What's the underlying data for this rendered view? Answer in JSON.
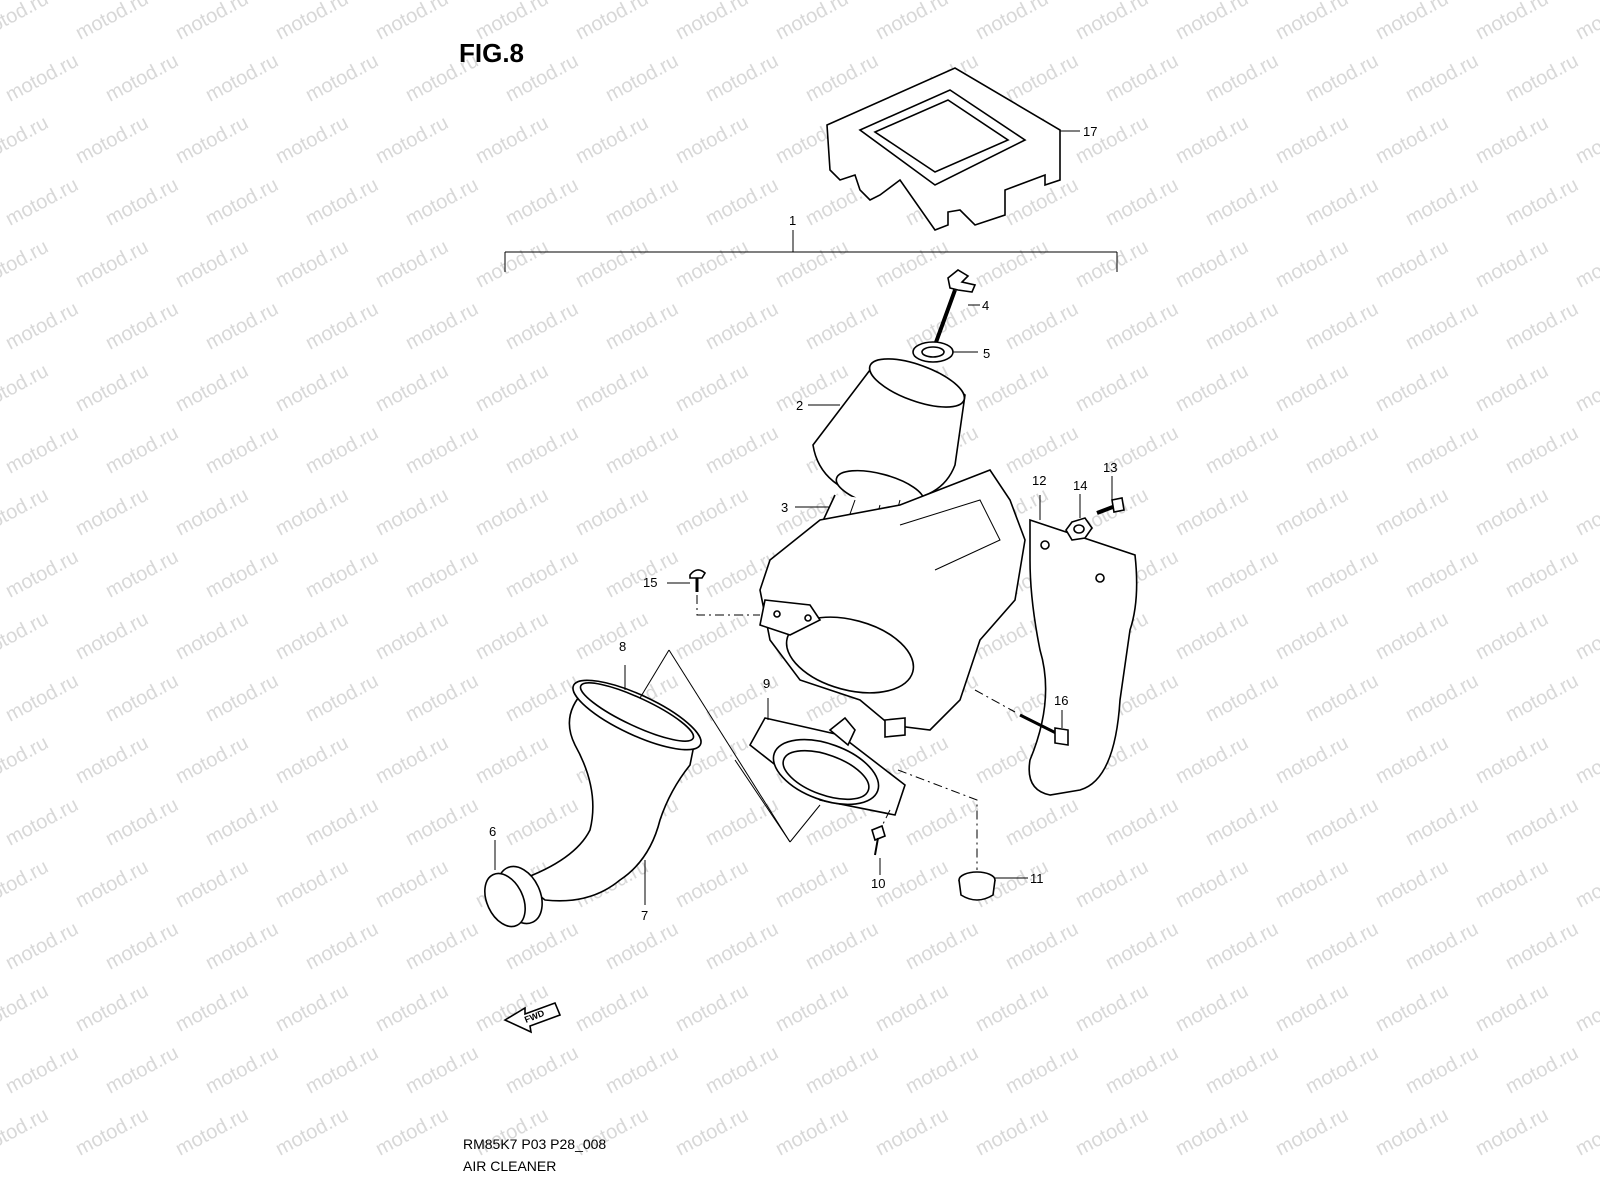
{
  "figure": {
    "title": "FIG.8",
    "code": "RM85K7 P03 P28_008",
    "subtitle": "AIR CLEANER"
  },
  "watermark": "motod.ru",
  "fwd_arrow": "FWD",
  "callouts": [
    {
      "id": "callout-1",
      "label": "1"
    },
    {
      "id": "callout-2",
      "label": "2"
    },
    {
      "id": "callout-3",
      "label": "3"
    },
    {
      "id": "callout-4",
      "label": "4"
    },
    {
      "id": "callout-5",
      "label": "5"
    },
    {
      "id": "callout-6",
      "label": "6"
    },
    {
      "id": "callout-7",
      "label": "7"
    },
    {
      "id": "callout-8",
      "label": "8"
    },
    {
      "id": "callout-9",
      "label": "9"
    },
    {
      "id": "callout-10",
      "label": "10"
    },
    {
      "id": "callout-11",
      "label": "11"
    },
    {
      "id": "callout-12",
      "label": "12"
    },
    {
      "id": "callout-13",
      "label": "13"
    },
    {
      "id": "callout-14",
      "label": "14"
    },
    {
      "id": "callout-15",
      "label": "15"
    },
    {
      "id": "callout-16",
      "label": "16"
    },
    {
      "id": "callout-17",
      "label": "17"
    }
  ]
}
